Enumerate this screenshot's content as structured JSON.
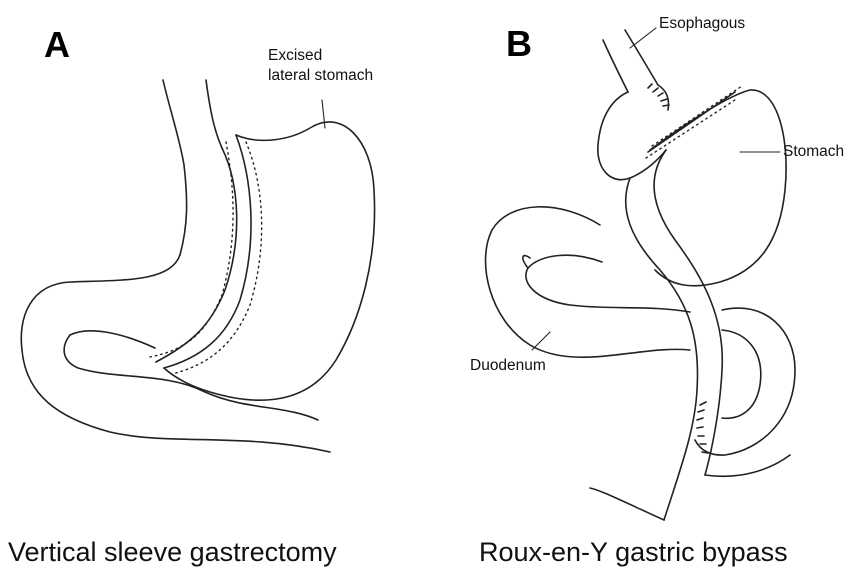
{
  "panel_a": {
    "letter": "A",
    "caption": "Vertical sleeve gastrectomy",
    "labels": {
      "excised_line1": "Excised",
      "excised_line2": "lateral stomach"
    }
  },
  "panel_b": {
    "letter": "B",
    "caption": "Roux-en-Y gastric bypass",
    "labels": {
      "esophagus": "Esophagous",
      "stomach": "Stomach",
      "duodenum": "Duodenum"
    }
  }
}
